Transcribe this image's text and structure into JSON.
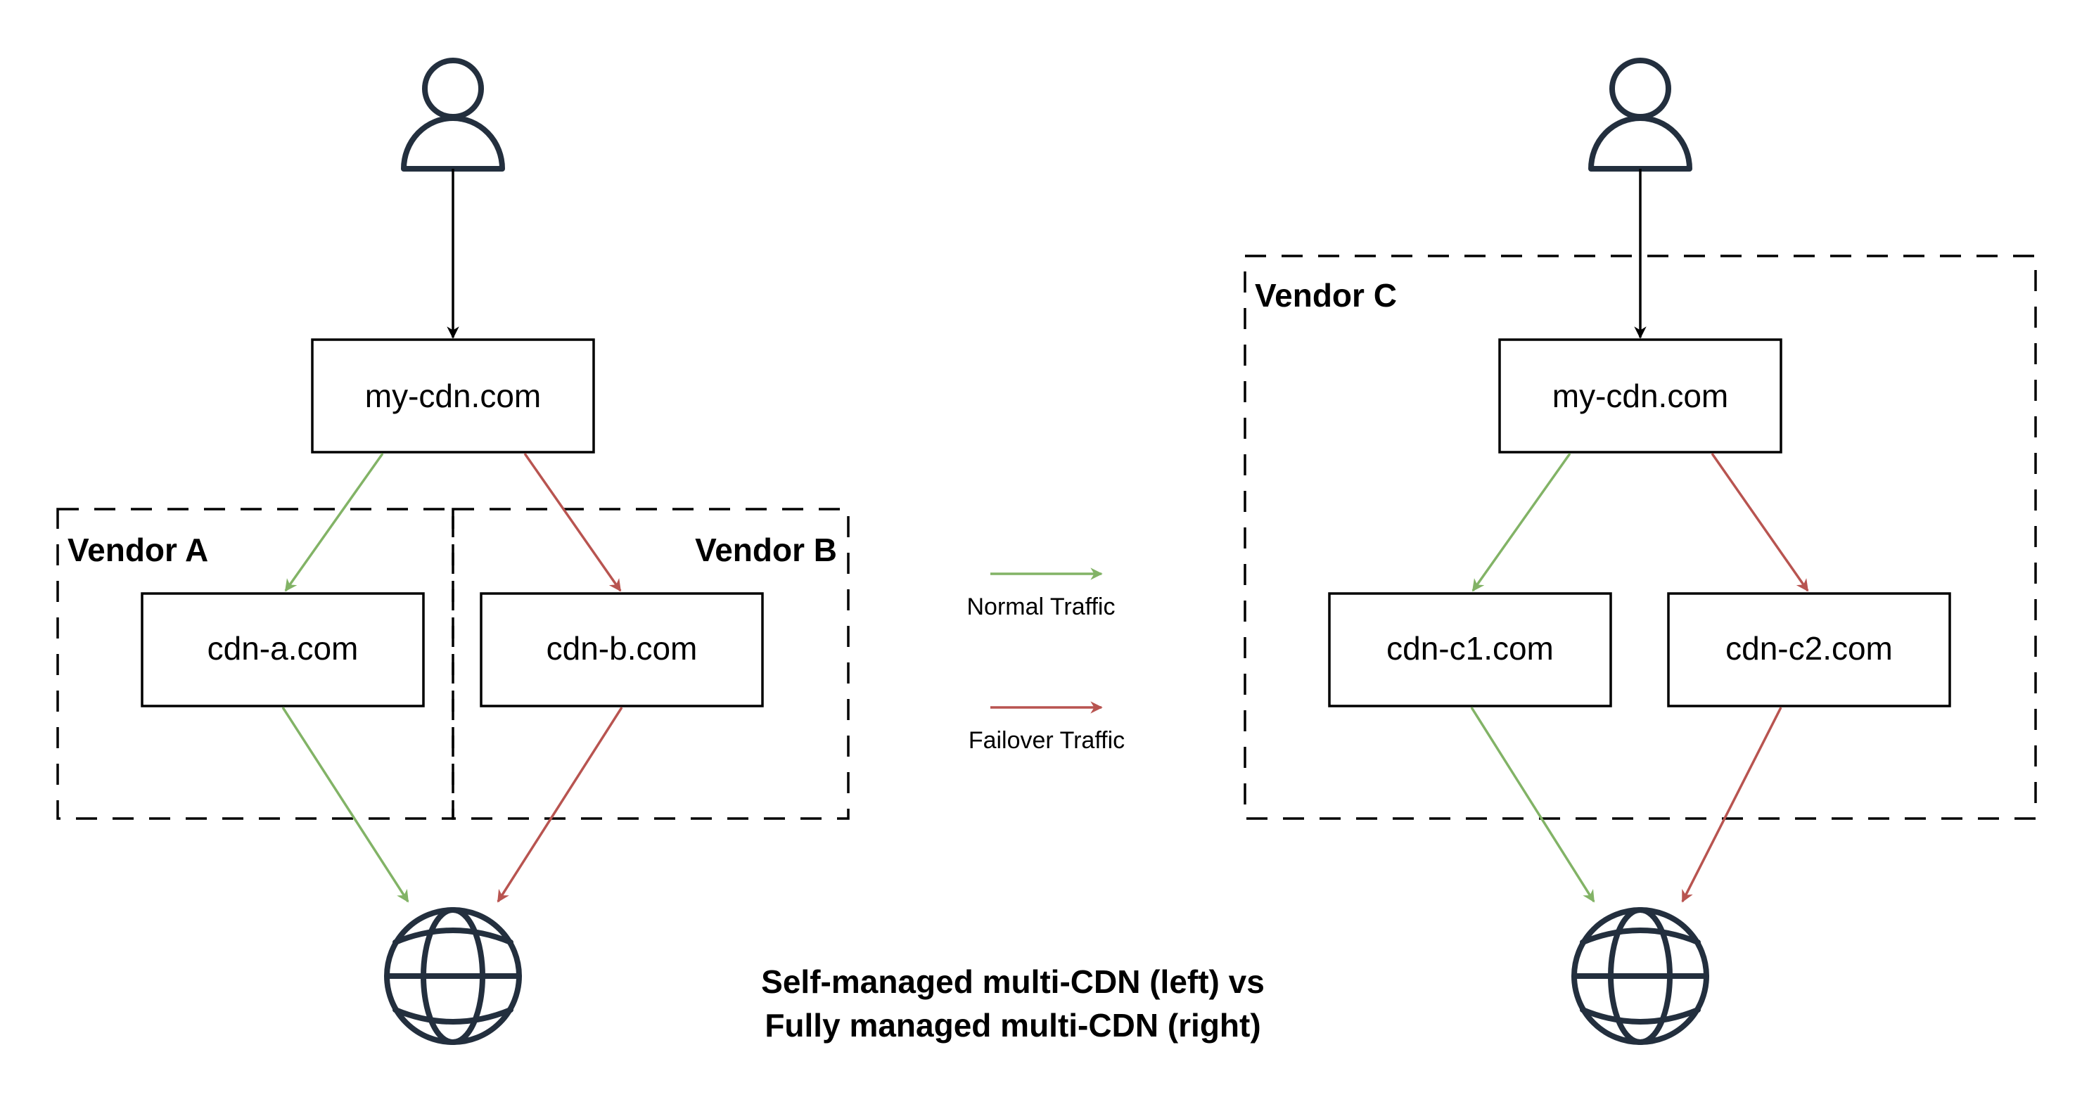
{
  "colors": {
    "normal": "#82B366",
    "failover": "#B85450",
    "edge": "#000000",
    "icon": "#232F3E"
  },
  "left": {
    "user_icon": "user-icon",
    "entry_node": "my-cdn.com",
    "vendors": [
      {
        "name": "Vendor A",
        "node": "cdn-a.com"
      },
      {
        "name": "Vendor B",
        "node": "cdn-b.com"
      }
    ],
    "internet_icon": "globe-icon"
  },
  "right": {
    "user_icon": "user-icon",
    "vendor": "Vendor C",
    "entry_node": "my-cdn.com",
    "nodes": [
      "cdn-c1.com",
      "cdn-c2.com"
    ],
    "internet_icon": "globe-icon"
  },
  "legend": {
    "normal": "Normal Traffic",
    "failover": "Failover Traffic"
  },
  "caption": {
    "line1": "Self-managed multi-CDN (left) vs",
    "line2": "Fully managed multi-CDN (right)"
  }
}
